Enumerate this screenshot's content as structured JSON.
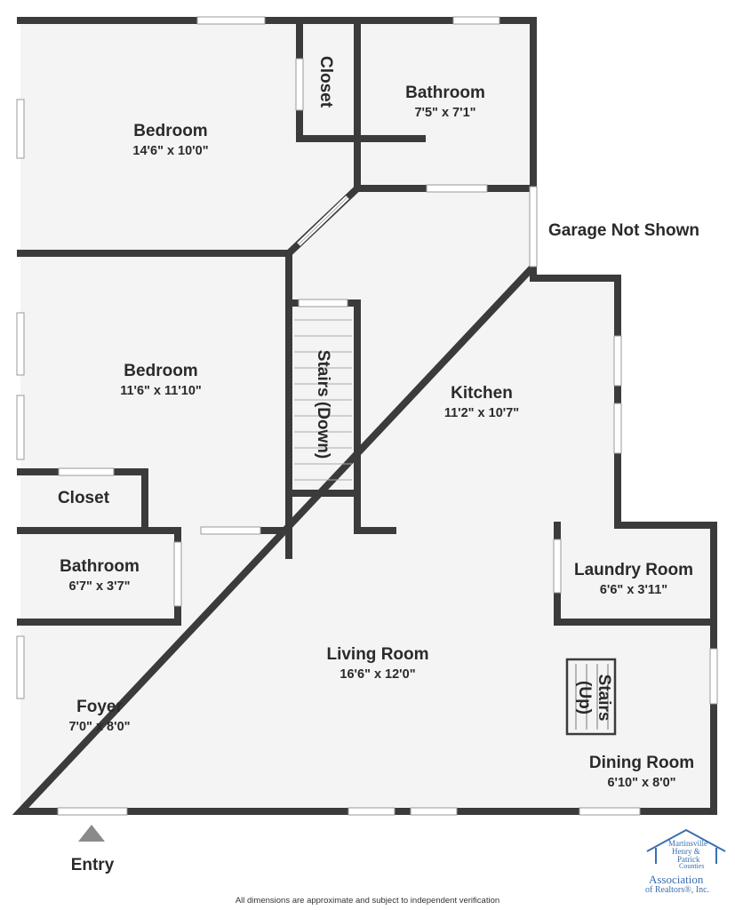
{
  "rooms": {
    "bedroom_top": {
      "name": "Bedroom",
      "dims": "14'6\" x 10'0\""
    },
    "closet_top": {
      "name": "Closet"
    },
    "bathroom_top": {
      "name": "Bathroom",
      "dims": "7'5\" x 7'1\""
    },
    "bedroom_mid": {
      "name": "Bedroom",
      "dims": "11'6\" x 11'10\""
    },
    "stairs_down": {
      "name": "Stairs (Down)"
    },
    "kitchen": {
      "name": "Kitchen",
      "dims": "11'2\" x 10'7\""
    },
    "closet_mid": {
      "name": "Closet"
    },
    "bathroom_low": {
      "name": "Bathroom",
      "dims": "6'7\" x 3'7\""
    },
    "laundry": {
      "name": "Laundry Room",
      "dims": "6'6\" x 3'11\""
    },
    "living": {
      "name": "Living Room",
      "dims": "16'6\" x 12'0\""
    },
    "foyer": {
      "name": "Foyer",
      "dims": "7'0\" x 8'0\""
    },
    "stairs_up": {
      "name": "Stairs",
      "sub": "(Up)"
    },
    "dining": {
      "name": "Dining Room",
      "dims": "6'10\" x 8'0\""
    }
  },
  "labels": {
    "garage": "Garage Not Shown",
    "entry": "Entry"
  },
  "footer": {
    "disclaimer": "All dimensions are approximate and subject to independent verification"
  },
  "logo": {
    "line1": "Martinsville",
    "line2": "Henry &",
    "line3": "Patrick",
    "line4": "Counties",
    "line5": "Association",
    "line6": "of Realtors®, Inc."
  },
  "colors": {
    "wall": "#3b3b3b",
    "floor": "#f4f4f4",
    "logo": "#3a6fb0"
  }
}
